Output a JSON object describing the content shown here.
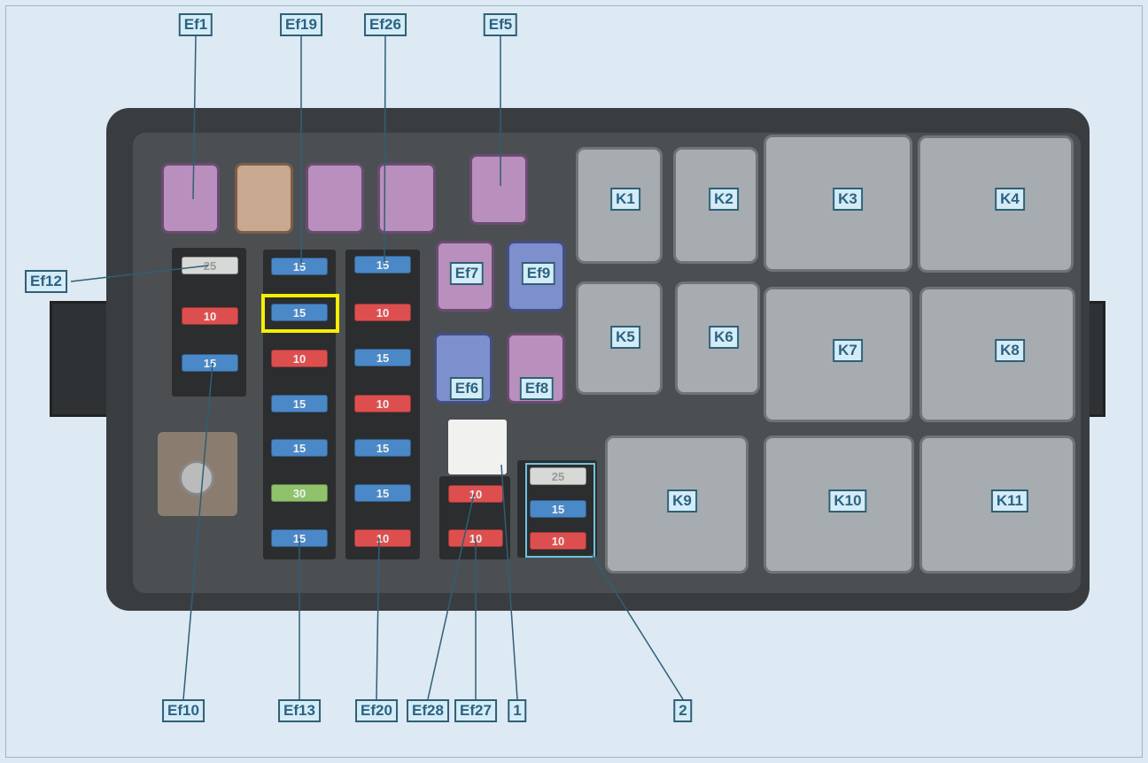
{
  "labels": {
    "ef1": "Ef1",
    "ef19": "Ef19",
    "ef26": "Ef26",
    "ef5": "Ef5",
    "ef12": "Ef12",
    "ef7": "Ef7",
    "ef9": "Ef9",
    "ef6": "Ef6",
    "ef8": "Ef8",
    "k1": "K1",
    "k2": "K2",
    "k3": "K3",
    "k4": "K4",
    "k5": "K5",
    "k6": "K6",
    "k7": "K7",
    "k8": "K8",
    "k9": "K9",
    "k10": "K10",
    "k11": "K11",
    "ef10": "Ef10",
    "ef13": "Ef13",
    "ef20": "Ef20",
    "ef28": "Ef28",
    "ef27": "Ef27",
    "c1": "1",
    "c2": "2"
  },
  "fuses": {
    "left": [
      "25",
      "10",
      "15"
    ],
    "col2": [
      "15",
      "15",
      "10",
      "15",
      "15",
      "30",
      "15"
    ],
    "col3": [
      "15",
      "10",
      "15",
      "10",
      "15",
      "15",
      "10"
    ],
    "small": [
      "10",
      "10"
    ],
    "group2": [
      "25",
      "15",
      "10"
    ]
  },
  "colors": {
    "label_border": "#2f5f75",
    "label_fill": "#d4ecf7",
    "highlight": "#f7ee00",
    "red": "#dd4f4f",
    "blue": "#4a88c7",
    "green": "#8fc26b"
  }
}
